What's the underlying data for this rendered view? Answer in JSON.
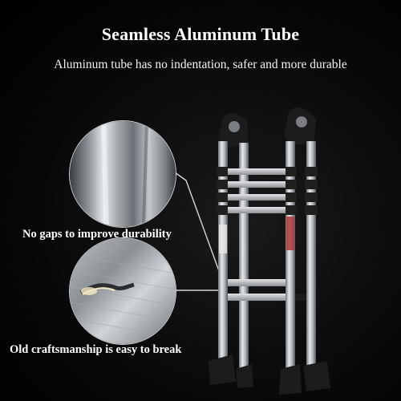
{
  "header": {
    "title": "Seamless Aluminum Tube",
    "subtitle": "Aluminum tube has no indentation, safer and more durable"
  },
  "callouts": [
    {
      "caption": "No gaps to improve durability",
      "icon": "seamless-tube-closeup"
    },
    {
      "caption": "Old craftsmanship is easy to break",
      "icon": "cracked-tube-closeup"
    }
  ],
  "product": {
    "icon": "telescopic-ladder"
  },
  "colors": {
    "background": "#000000",
    "text": "#ffffff",
    "metal": "#c9ccd0",
    "black_parts": "#1c1c1c"
  }
}
